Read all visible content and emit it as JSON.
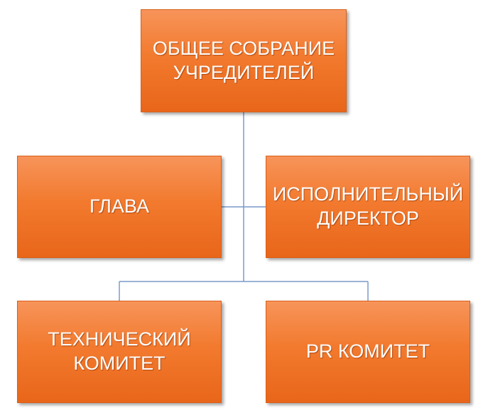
{
  "nodes": {
    "founders_meeting": {
      "line1": "ОБЩЕЕ СОБРАНИЕ",
      "line2": "УЧРЕДИТЕЛЕЙ"
    },
    "head": {
      "line1": "ГЛАВА"
    },
    "executive_director": {
      "line1": "ИСПОЛНИТЕЛЬНЫЙ",
      "line2": "ДИРЕКТОР"
    },
    "technical_committee": {
      "line1": "ТЕХНИЧЕСКИЙ",
      "line2": "КОМИТЕТ"
    },
    "pr_committee": {
      "line1": "PR КОМИТЕТ"
    }
  },
  "colors": {
    "box_fill": "#f27a2e",
    "box_text": "#ffffff",
    "connector": "#7a9ac9"
  }
}
